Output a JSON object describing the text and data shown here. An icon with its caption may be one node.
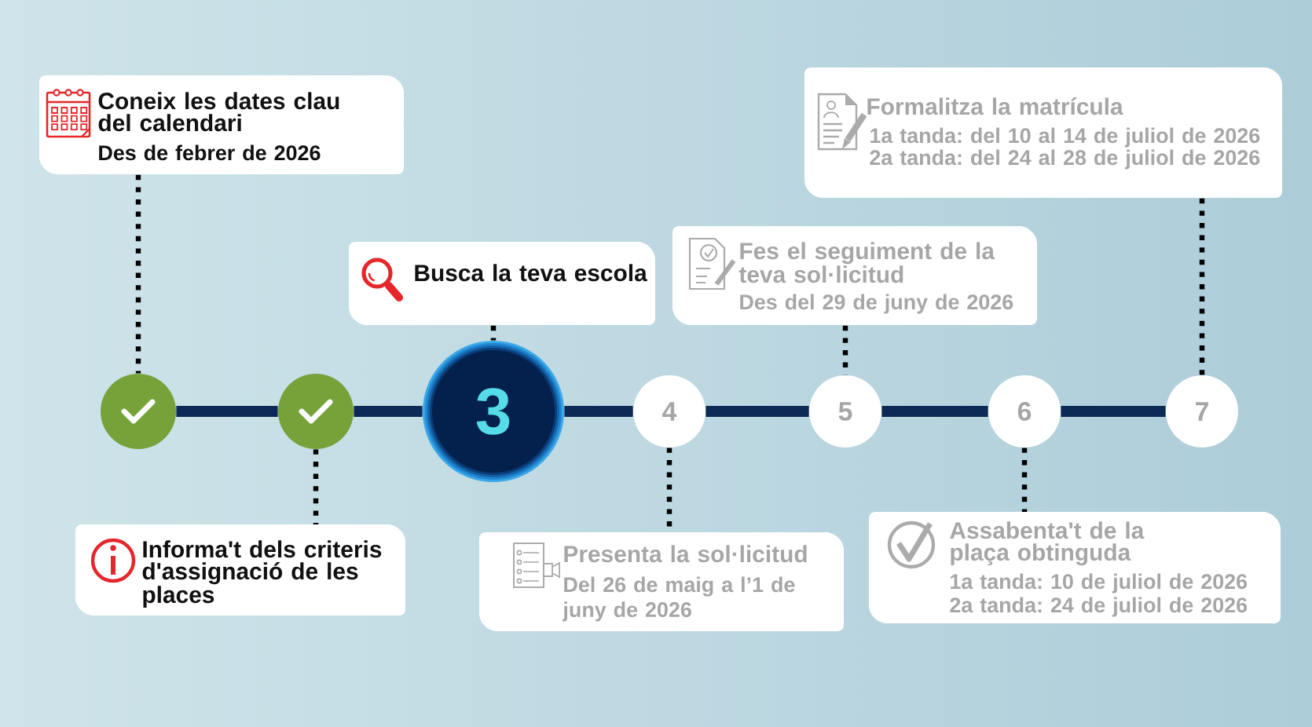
{
  "diagram": {
    "nodes": [
      {
        "text": [],
        "shape": "circle"
      },
      {
        "text": [],
        "shape": "circle"
      },
      {
        "text": [
          "3"
        ]
      },
      {
        "text": [
          "4"
        ]
      },
      {
        "text": [
          "5"
        ]
      },
      {
        "text": [
          "6"
        ]
      },
      {
        "text": [
          "7"
        ]
      },
      {
        "text": [
          "Coneix les dates clau del calendari",
          "Des de febrer de 2026"
        ]
      },
      {
        "text": [
          "Informa't dels criteris d'assignació de les places"
        ]
      },
      {
        "text": [
          "Busca la teva escola"
        ]
      },
      {
        "text": [
          "Presenta la sol·licitud",
          "Del 26 de maig a l’1 de juny de 2026"
        ]
      },
      {
        "text": [
          "Fes el seguiment de la teva sol·licitud",
          "Des del 29 de juny de 2026"
        ]
      },
      {
        "text": [
          "Assabenta't de la plaça obtinguda",
          "1a tanda: 10 de juliol de 2026",
          "2a tanda: 24 de juliol de 2026"
        ]
      },
      {
        "text": [
          "Formalitza la matrícula",
          "1a tanda: del 10 al 14 de juliol de 2026",
          "2a tanda: del 24 al 28 de juliol de 2026"
        ]
      }
    ],
    "edges": [
      {
        "from": 0,
        "to": 1,
        "arrow": "none",
        "style": "thick",
        "color": "#0c2a55"
      },
      {
        "from": 1,
        "to": 2,
        "arrow": "none",
        "style": "thick",
        "color": "#0c2a55"
      },
      {
        "from": 2,
        "to": 3,
        "arrow": "none",
        "style": "thick",
        "color": "#0c2a55"
      },
      {
        "from": 3,
        "to": 4,
        "arrow": "none",
        "style": "thick",
        "color": "#0c2a55"
      },
      {
        "from": 4,
        "to": 5,
        "arrow": "none",
        "style": "thick",
        "color": "#0c2a55"
      },
      {
        "from": 5,
        "to": 6,
        "arrow": "none",
        "style": "thick",
        "color": "#0c2a55"
      },
      {
        "from": 7,
        "to": 0,
        "arrow": "none",
        "style": "dashed"
      },
      {
        "from": 1,
        "to": 8,
        "arrow": "none",
        "style": "dashed"
      },
      {
        "from": 9,
        "to": 2,
        "arrow": "none",
        "style": "dashed"
      },
      {
        "from": 3,
        "to": 10,
        "arrow": "none",
        "style": "dashed"
      },
      {
        "from": 11,
        "to": 4,
        "arrow": "none",
        "style": "dashed"
      },
      {
        "from": 5,
        "to": 12,
        "arrow": "none",
        "style": "dashed"
      },
      {
        "from": 13,
        "to": 6,
        "arrow": "none",
        "style": "dashed"
      }
    ]
  }
}
